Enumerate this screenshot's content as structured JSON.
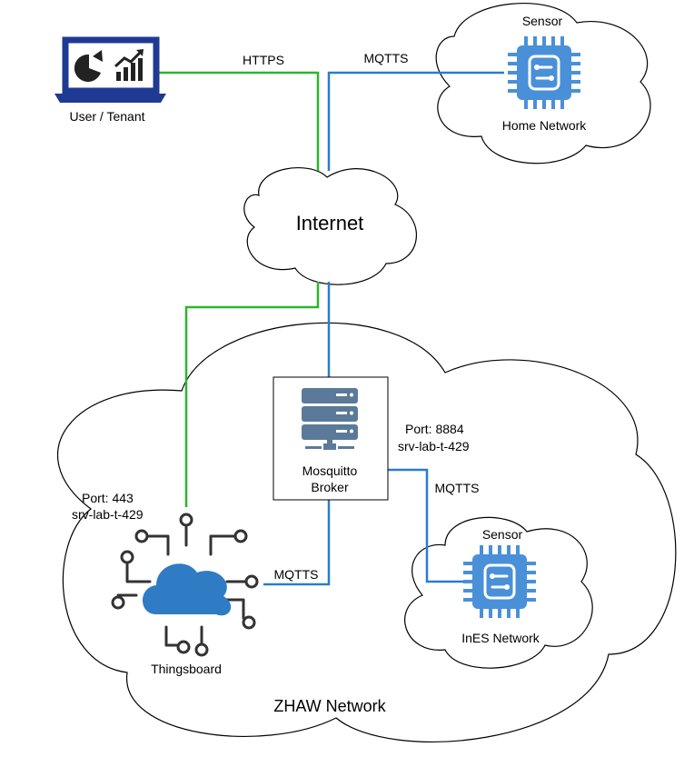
{
  "labels": {
    "user": "User / Tenant",
    "https": "HTTPS",
    "mqtts_top": "MQTTS",
    "sensor_home": "Sensor",
    "home_network": "Home Network",
    "internet": "Internet",
    "port_broker": "Port: 8884",
    "host_broker": "srv-lab-t-429",
    "broker_line1": "Mosquitto",
    "broker_line2": "Broker",
    "mqtts_ines": "MQTTS",
    "port_tb": "Port: 443",
    "host_tb": "srv-lab-t-429",
    "mqtts_tb": "MQTTS",
    "sensor_ines": "Sensor",
    "ines_network": "InES Network",
    "thingsboard": "Thingsboard",
    "zhaw_network": "ZHAW Network"
  },
  "icons": {
    "laptop": "laptop-icon",
    "pie": "pie-chart-icon",
    "bars": "bar-chart-icon",
    "chip": "microchip-icon",
    "server": "server-icon",
    "cloud_iot": "iot-cloud-icon"
  },
  "colors": {
    "https_link": "#2db52d",
    "mqtts_link": "#2a7bd0",
    "chip": "#4a90d9",
    "server": "#5b7a99",
    "iot_cloud": "#2f7bc4"
  }
}
